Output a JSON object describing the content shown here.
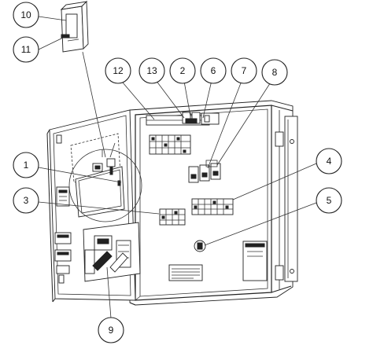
{
  "callouts": [
    {
      "id": "c10",
      "label": "10"
    },
    {
      "id": "c11",
      "label": "11"
    },
    {
      "id": "c12",
      "label": "12"
    },
    {
      "id": "c13",
      "label": "13"
    },
    {
      "id": "c2",
      "label": "2"
    },
    {
      "id": "c6",
      "label": "6"
    },
    {
      "id": "c7",
      "label": "7"
    },
    {
      "id": "c8",
      "label": "8"
    },
    {
      "id": "c1",
      "label": "1"
    },
    {
      "id": "c4",
      "label": "4"
    },
    {
      "id": "c3",
      "label": "3"
    },
    {
      "id": "c5",
      "label": "5"
    },
    {
      "id": "c9",
      "label": "9"
    }
  ]
}
